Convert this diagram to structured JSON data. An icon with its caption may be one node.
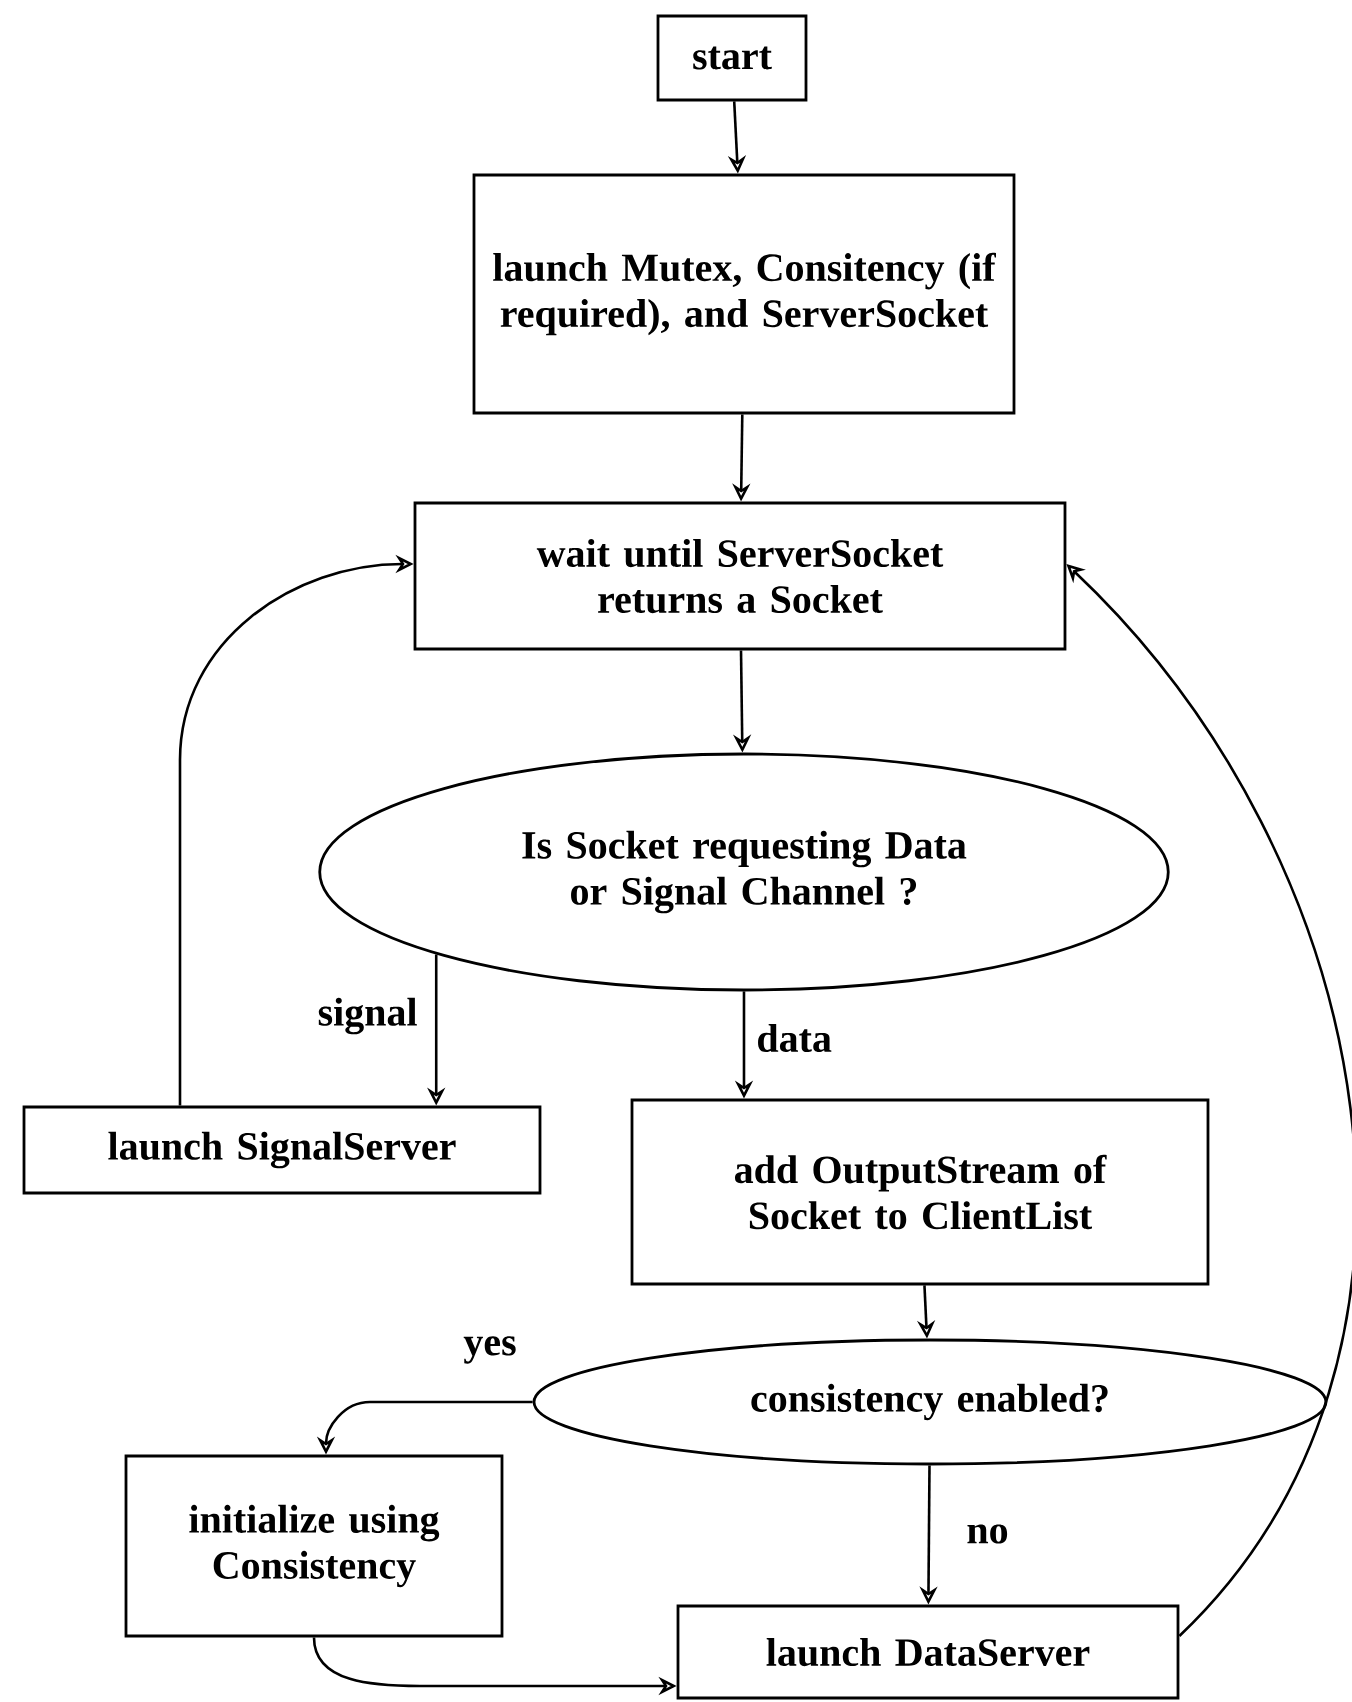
{
  "diagram": {
    "nodes": [
      {
        "text": [
          "start"
        ]
      },
      {
        "text": [
          "launch Mutex, Consitency (if required), and ServerSocket"
        ]
      },
      {
        "text": [
          "wait until ServerSocket returns a Socket"
        ]
      },
      {
        "text": [
          "Is Socket requesting Data or Signal Channel ?"
        ]
      },
      {
        "text": [
          "launch SignalServer"
        ]
      },
      {
        "text": [
          "add OutputStream of Socket to ClientList"
        ]
      },
      {
        "text": [
          "consistency enabled?"
        ]
      },
      {
        "text": [
          "initialize using Consistency"
        ]
      },
      {
        "text": [
          "launch DataServer"
        ]
      }
    ],
    "edges": [
      {
        "from": 0,
        "to": 1,
        "arrow": "to"
      },
      {
        "from": 1,
        "to": 2,
        "arrow": "to"
      },
      {
        "from": 2,
        "to": 3,
        "arrow": "to"
      },
      {
        "from": 3,
        "to": 4,
        "arrow": "to",
        "label": "signal"
      },
      {
        "from": 3,
        "to": 5,
        "arrow": "to",
        "label": "data"
      },
      {
        "from": 4,
        "to": 2,
        "arrow": "to"
      },
      {
        "from": 5,
        "to": 6,
        "arrow": "to"
      },
      {
        "from": 6,
        "to": 7,
        "arrow": "to",
        "label": "yes"
      },
      {
        "from": 6,
        "to": 8,
        "arrow": "to",
        "label": "no"
      },
      {
        "from": 7,
        "to": 8,
        "arrow": "to"
      },
      {
        "from": 8,
        "to": 2,
        "arrow": "to"
      }
    ]
  }
}
